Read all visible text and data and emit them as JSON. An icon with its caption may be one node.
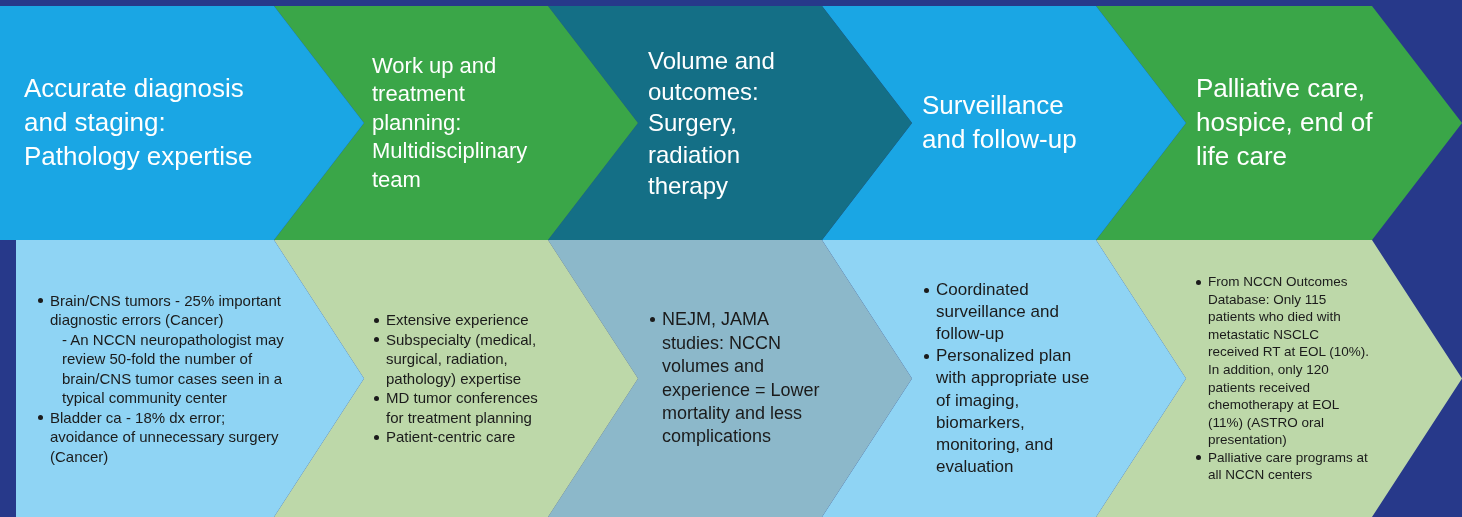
{
  "diagram": {
    "nodes": [
      {
        "text": [
          "Accurate diagnosis and staging: Pathology expertise"
        ]
      },
      {
        "text": [
          "Work up and treatment planning: Multidisciplinary team"
        ]
      },
      {
        "text": [
          "Volume and outcomes: Surgery, radiation therapy"
        ]
      },
      {
        "text": [
          "Surveillance and follow-up"
        ]
      },
      {
        "text": [
          "Palliative care, hospice, end of life care"
        ]
      },
      {
        "text": [
          "Brain/CNS tumors - 25% important diagnostic errors (Cancer)",
          "- An NCCN neuropathologist may review 50-fold the number of brain/CNS tumor cases seen in a typical community center",
          "Bladder ca - 18% dx error; avoidance of unnecessary surgery (Cancer)"
        ]
      },
      {
        "text": [
          "Extensive experience",
          "Subspecialty (medical, surgical, radiation, pathology) expertise",
          "MD tumor conferences for treatment planning",
          "Patient-centric care"
        ]
      },
      {
        "text": [
          "NEJM, JAMA studies: NCCN volumes and experience = Lower mortality and less complications"
        ]
      },
      {
        "text": [
          "Coordinated surveillance and follow-up",
          "Personalized plan with appropriate use of imaging, biomarkers, monitoring, and evaluation"
        ]
      },
      {
        "text": [
          "From NCCN Outcomes Database: Only 115 patients who died with metastatic NSCLC received RT at EOL (10%). In addition, only 120 patients received chemotherapy at EOL (11%) (ASTRO oral presentation)",
          "Palliative care programs at all NCCN centers"
        ]
      }
    ]
  }
}
